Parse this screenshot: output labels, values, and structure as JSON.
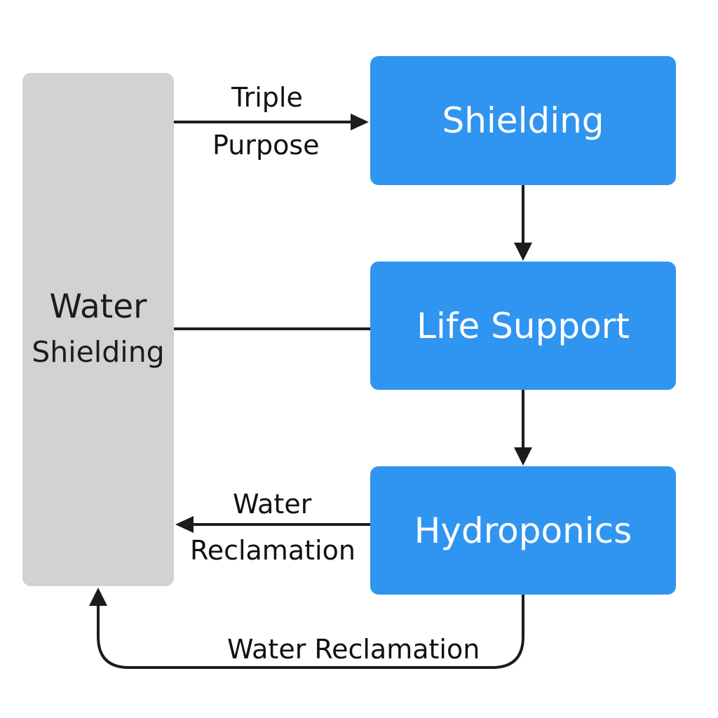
{
  "nodes": {
    "water_shielding": {
      "line1": "Water",
      "line2": "Shielding"
    },
    "shielding": "Shielding",
    "life_support": "Life Support",
    "hydroponics": "Hydroponics"
  },
  "edges": {
    "top_line1": "Triple",
    "top_line2": "Purpose",
    "middle_line1": "Water",
    "middle_line2": "Reclamation",
    "bottom": "Water Reclamation"
  },
  "colors": {
    "node_blue": "#2f95f0",
    "node_gray": "#d2d2d2",
    "line": "#1c1c1c"
  }
}
